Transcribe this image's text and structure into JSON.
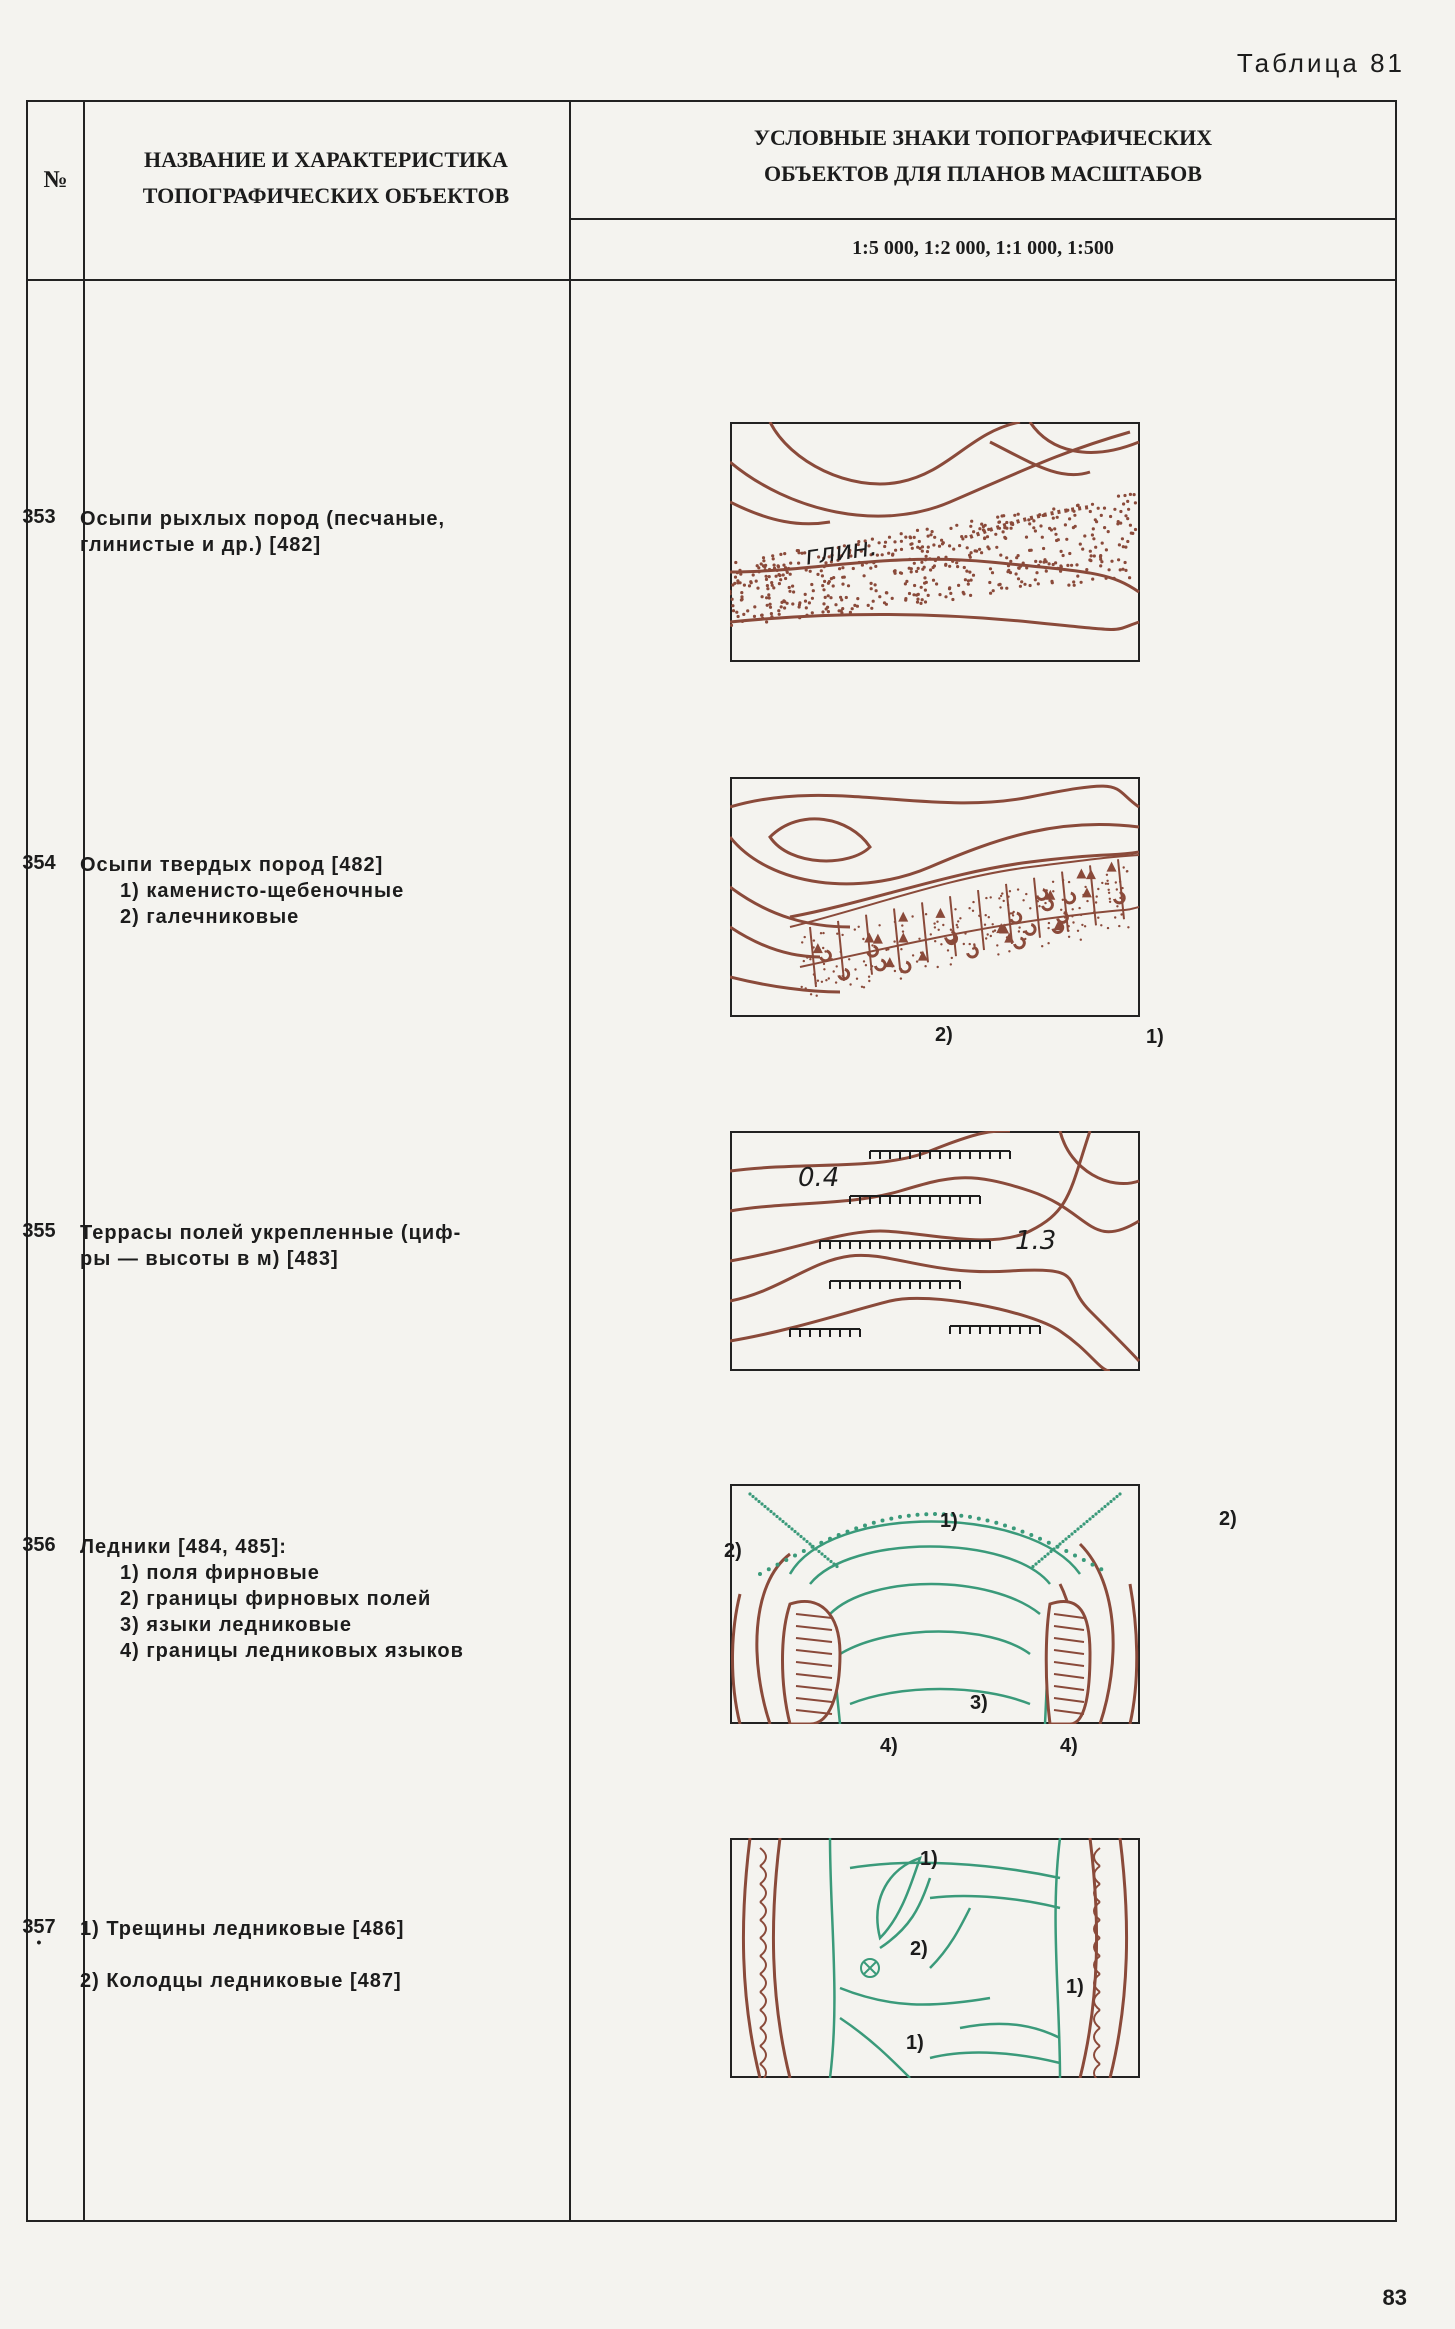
{
  "table_label": "Таблица 81",
  "header": {
    "num": "№",
    "name_line1": "НАЗВАНИЕ И ХАРАКТЕРИСТИКА",
    "name_line2": "ТОПОГРАФИЧЕСКИХ ОБЪЕКТОВ",
    "signs_line1": "УСЛОВНЫЕ ЗНАКИ ТОПОГРАФИЧЕСКИХ",
    "signs_line2": "ОБЪЕКТОВ ДЛЯ ПЛАНОВ МАСШТАБОВ",
    "scales": "1:5 000, 1:2 000, 1:1 000, 1:500"
  },
  "rows": [
    {
      "num": "353",
      "lines": [
        "Осыпи рыхлых пород (песчаные,",
        "глинистые и др.) [482]"
      ],
      "sub": [],
      "label": "глин."
    },
    {
      "num": "354",
      "lines": [
        "Осыпи твердых пород [482]"
      ],
      "sub": [
        "1) каменисто-щебеночные",
        "2) галечниковые"
      ],
      "caps": [
        "2)",
        "1)"
      ]
    },
    {
      "num": "355",
      "lines": [
        "Террасы полей укрепленные (циф-",
        "ры — высоты в м) [483]"
      ],
      "sub": [],
      "labels": [
        "0.4",
        "1.3"
      ]
    },
    {
      "num": "356",
      "lines": [
        "Ледники [484, 485]:"
      ],
      "sub": [
        "1) поля фирновые",
        "2) границы фирновых полей",
        "3) языки ледниковые",
        "4) границы ледниковых языков"
      ],
      "caps": [
        "1)",
        "2)",
        "2)",
        "3)",
        "4)",
        "4)"
      ]
    },
    {
      "num": "357",
      "lines": [
        "1) Трещины ледниковые [486]",
        "",
        "2) Колодцы ледниковые [487]"
      ],
      "sub": [],
      "caps": [
        "1)",
        "2)",
        "1)",
        "1)"
      ]
    }
  ],
  "colors": {
    "brown": "#8a4a3a",
    "green": "#3a9a7a",
    "ink": "#1c1c1c"
  },
  "page_number": "83"
}
